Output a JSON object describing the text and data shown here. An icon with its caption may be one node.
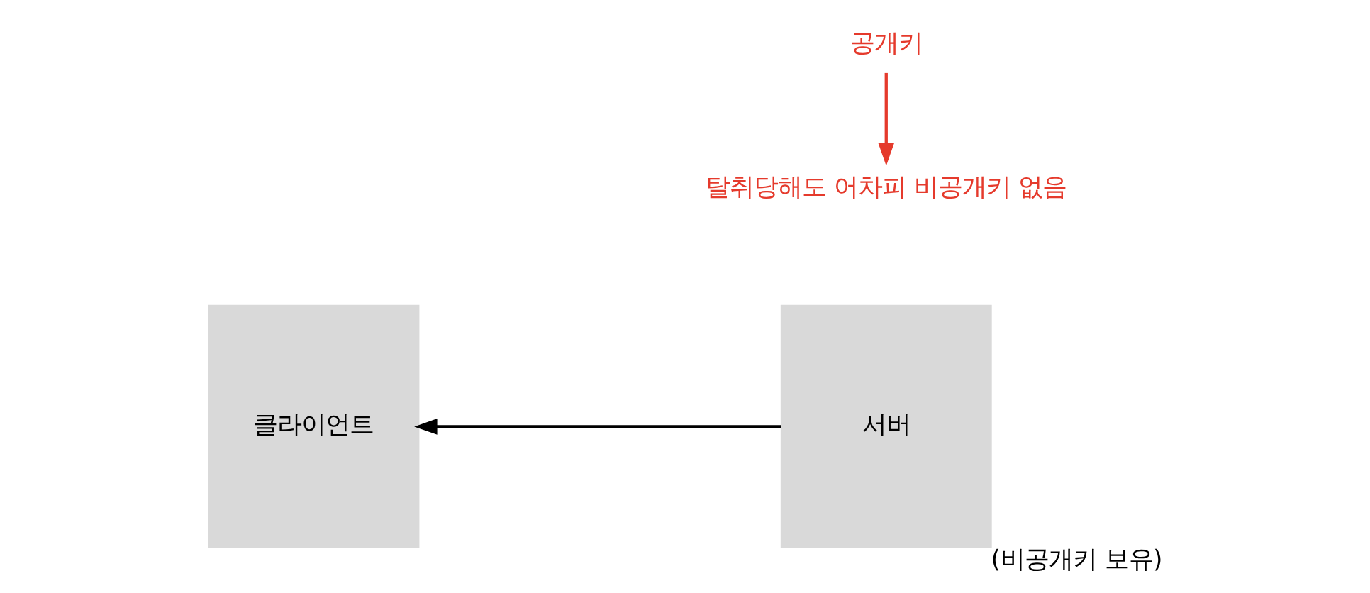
{
  "diagram": {
    "nodes": [
      {
        "text": [
          "클라이언트"
        ]
      },
      {
        "text": [
          "서버"
        ],
        "beside": [
          "(비공개키 보유)"
        ]
      },
      {
        "text": [
          "공개키"
        ]
      },
      {
        "text": [
          "탈취당해도 어차피 비공개키 없음"
        ]
      }
    ],
    "edges": [
      {
        "from": 1,
        "to": 0,
        "arrow": "to"
      },
      {
        "from": 2,
        "to": 3,
        "arrow": "to",
        "color": "#e53a2c"
      }
    ]
  }
}
